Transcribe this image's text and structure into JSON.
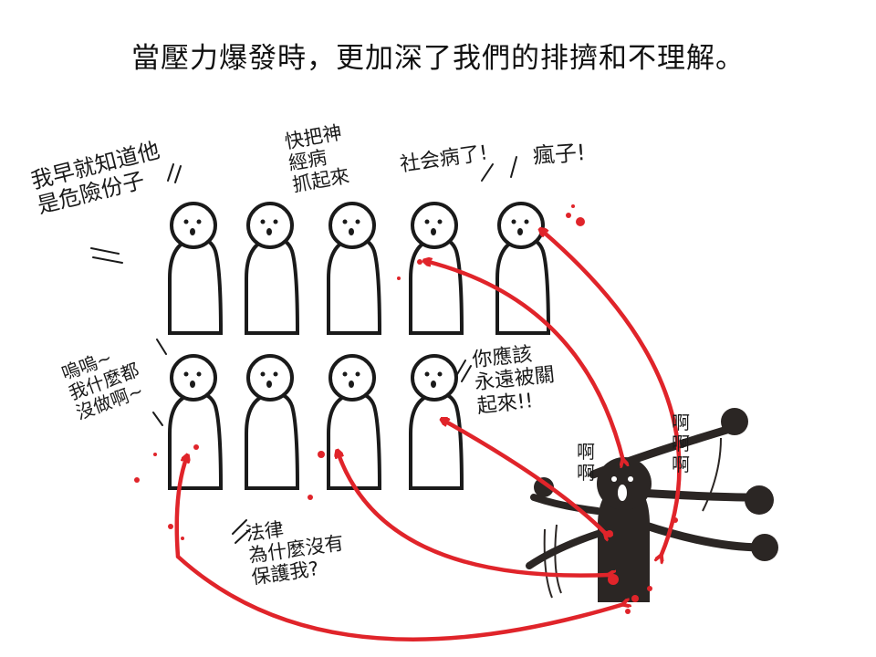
{
  "title": "當壓力爆發時，更加深了我們的排擠和不理解。",
  "speech": {
    "top_left": "我早就知道他\n是危險份子",
    "top_mid": "快把神\n經病\n抓起來",
    "top_social": "社会病了!",
    "top_crazy": "瘋子!",
    "left_cry": "嗚嗚~\n我什麼都\n沒做啊~",
    "right_lock": "你應該\n永遠被關\n起來!!",
    "bottom_law": "法律\n為什麼沒有\n保護我?",
    "scream_1": "啊\n啊",
    "scream_2": "啊\n啊\n啊"
  },
  "colors": {
    "ink": "#1a1a1a",
    "arrow": "#e0242a",
    "figure_fill": "#ffffff",
    "victim_fill": "#2b2624"
  }
}
